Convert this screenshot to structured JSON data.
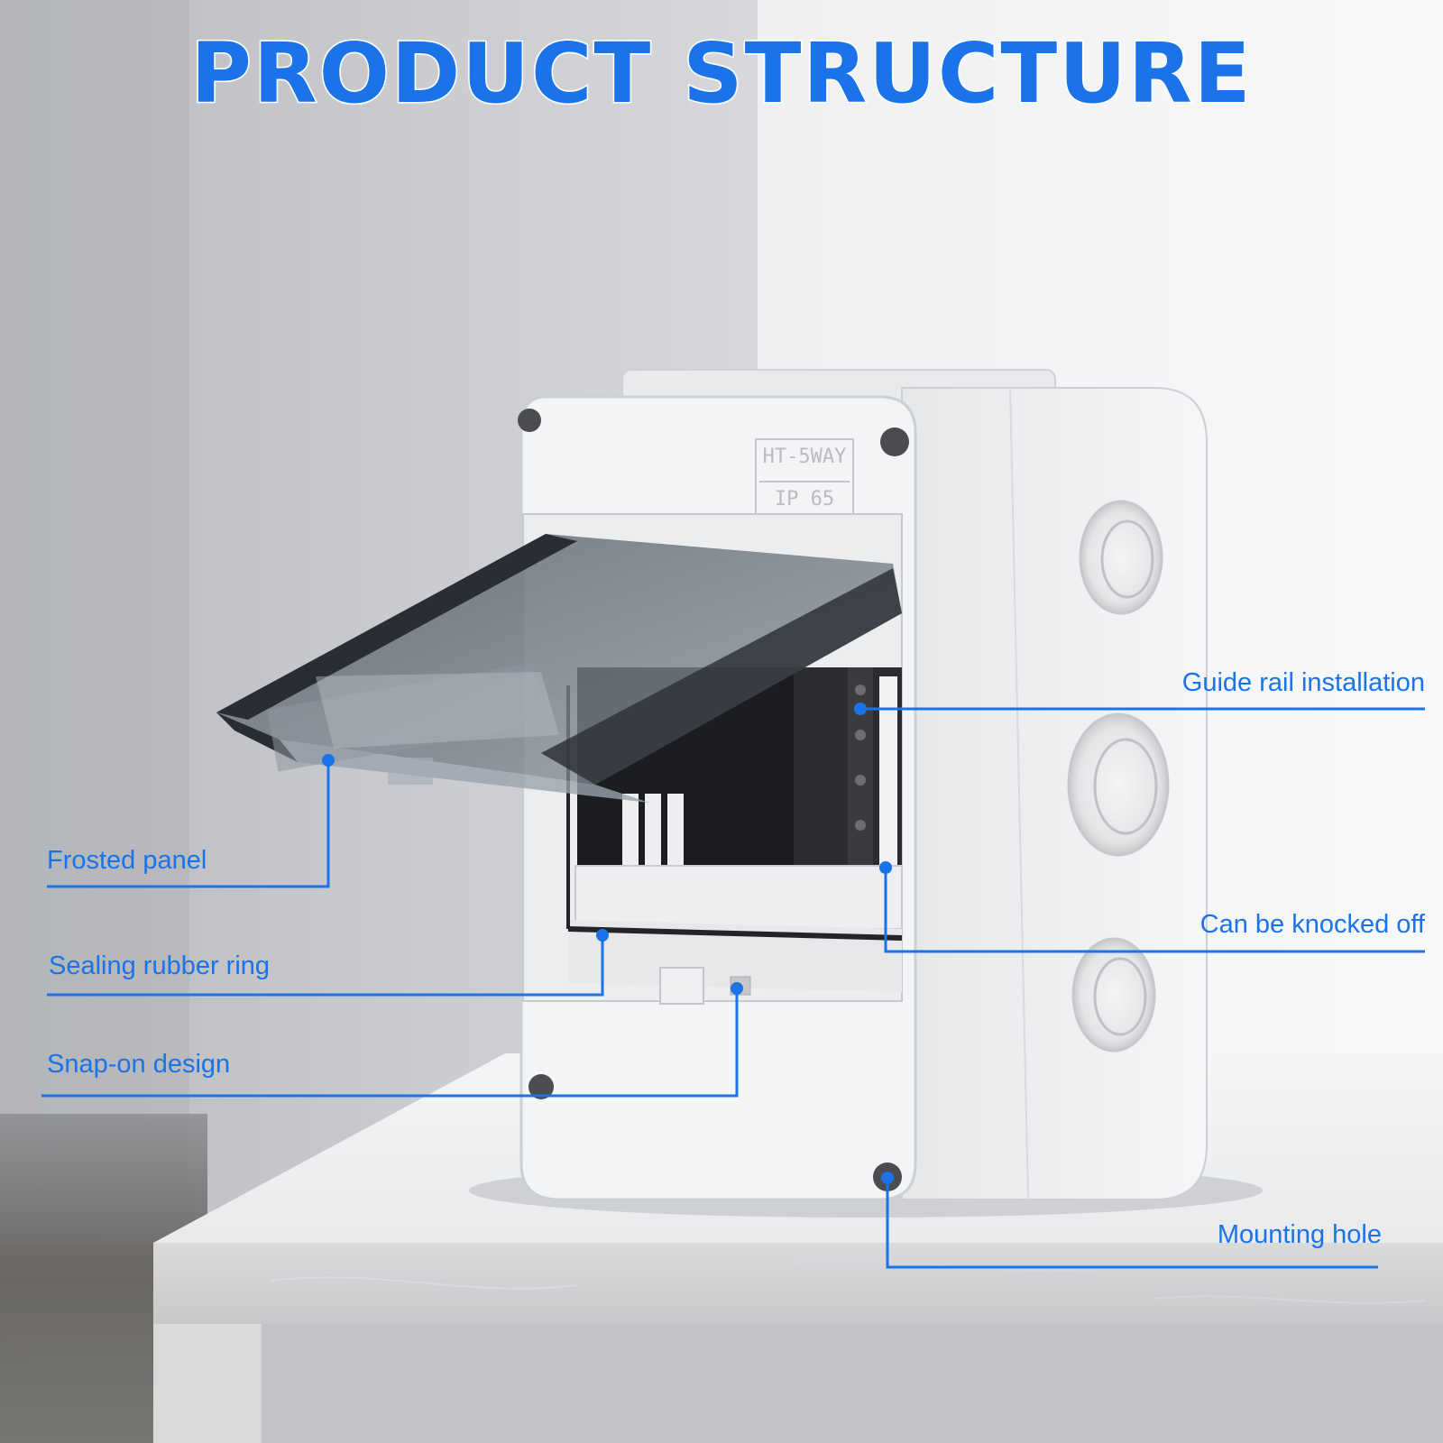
{
  "title": "PRODUCT STRUCTURE",
  "product": {
    "model_marking": "HT-5WAY",
    "rating_marking": "IP 65"
  },
  "callouts": {
    "frosted_panel": "Frosted panel",
    "sealing_ring": "Sealing rubber ring",
    "snap_on": "Snap-on design",
    "guide_rail": "Guide rail installation",
    "knock_off": "Can be knocked off",
    "mounting_hole": "Mounting hole"
  },
  "colors": {
    "brand": "#1a73e8",
    "callout_line": "#1a73e8",
    "enclosure": "#f2f3f4",
    "lid_tint": "#3b4048"
  }
}
